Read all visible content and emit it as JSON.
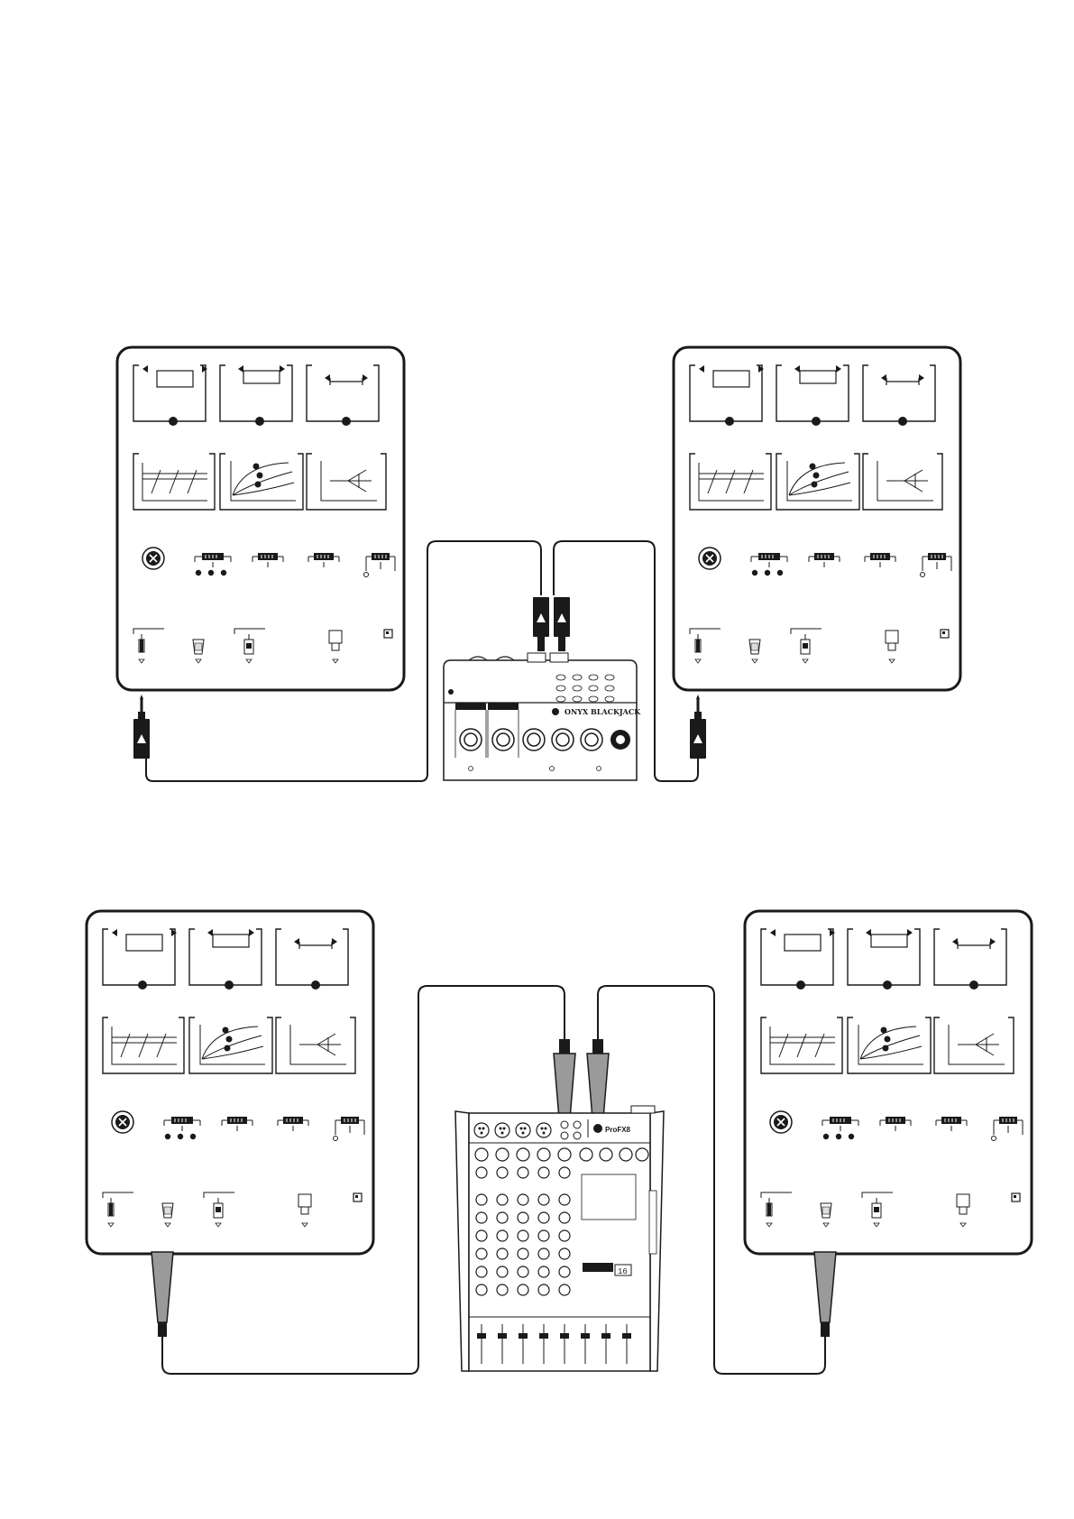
{
  "diagram": {
    "top_mixer": {
      "brand_label": "ONYX BLACKJACK"
    },
    "bottom_mixer": {
      "brand_label": "ProFX8",
      "display_value": "16"
    }
  }
}
